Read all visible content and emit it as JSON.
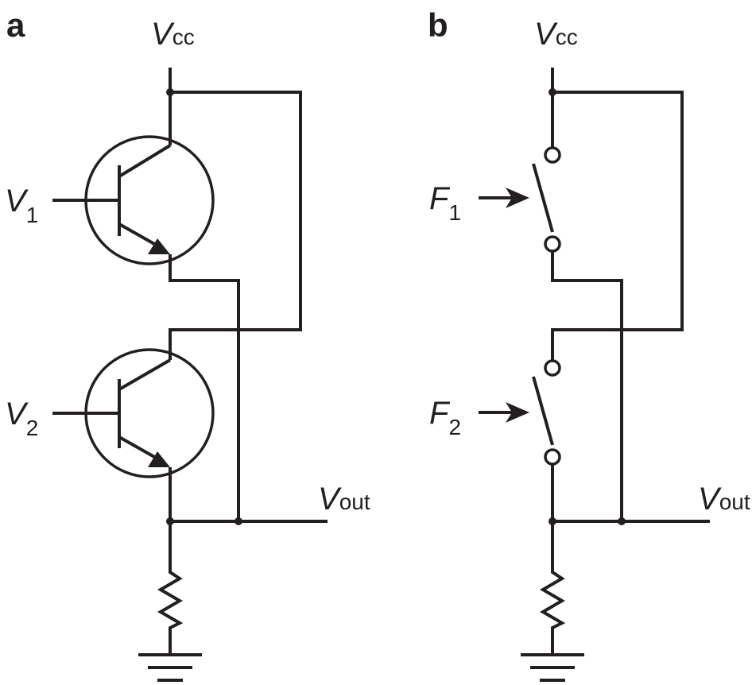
{
  "panel_a": {
    "label": "a",
    "supply": {
      "symbol": "V",
      "subscript": "cc"
    },
    "input_1": {
      "symbol": "V",
      "subscript": "1"
    },
    "input_2": {
      "symbol": "V",
      "subscript": "2"
    },
    "output": {
      "symbol": "V",
      "subscript": "out"
    }
  },
  "panel_b": {
    "label": "b",
    "supply": {
      "symbol": "V",
      "subscript": "cc"
    },
    "input_1": {
      "symbol": "F",
      "subscript": "1"
    },
    "input_2": {
      "symbol": "F",
      "subscript": "2"
    },
    "output": {
      "symbol": "V",
      "subscript": "out"
    }
  }
}
